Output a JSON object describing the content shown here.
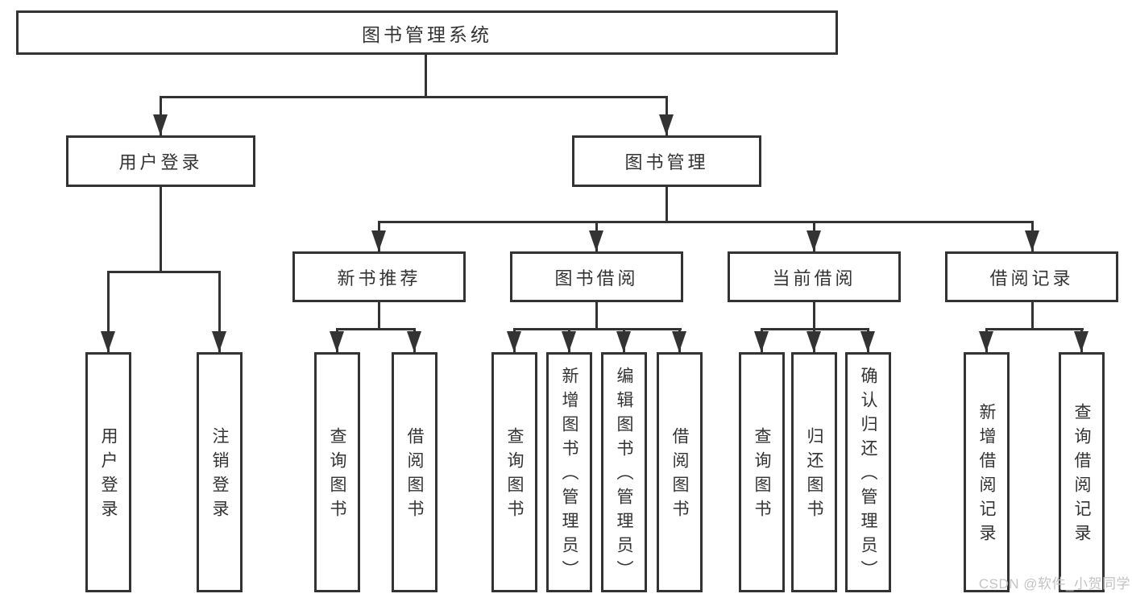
{
  "diagram": {
    "title_hint": "library management system feature tree",
    "root": {
      "label": "图书管理系统"
    },
    "level2": [
      {
        "label": "用户登录"
      },
      {
        "label": "图书管理"
      }
    ],
    "level3": [
      {
        "label": "新书推荐"
      },
      {
        "label": "图书借阅"
      },
      {
        "label": "当前借阅"
      },
      {
        "label": "借阅记录"
      }
    ],
    "leaves": {
      "user_login": [
        "用户登录",
        "注销登录"
      ],
      "new_books": [
        "查询图书",
        "借阅图书"
      ],
      "book_borrow": [
        "查询图书",
        "新增图书（管理员）",
        "编辑图书（管理员）",
        "借阅图书"
      ],
      "current_borrow": [
        "查询图书",
        "归还图书",
        "确认归还（管理员）"
      ],
      "borrow_records": [
        "新增借阅记录",
        "查询借阅记录"
      ]
    }
  },
  "watermark": {
    "text": "CSDN @软件_小贺同学"
  },
  "colors": {
    "line": "#333333",
    "text": "#333333",
    "background": "#ffffff",
    "watermark": "#c3c3c3"
  }
}
